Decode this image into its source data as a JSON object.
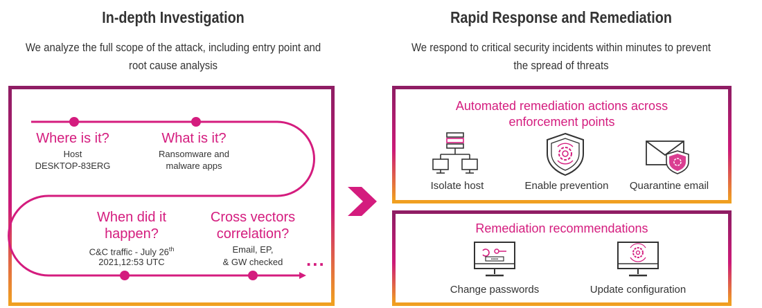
{
  "left": {
    "title": "In-depth Investigation",
    "subtitle_line1": "We analyze the full scope of the attack, including entry point and",
    "subtitle_line2": "root cause analysis",
    "steps": [
      {
        "q": "Where is it?",
        "d1": "Host",
        "d2": "DESKTOP-83ERG"
      },
      {
        "q": "What is it?",
        "d1": "Ransomware and",
        "d2": "malware apps"
      },
      {
        "q1": "When did it",
        "q2": "happen?",
        "d1_pre": "C&C traffic - July 26",
        "d1_sup": "th",
        "d2": "2021,12:53 UTC"
      },
      {
        "q1": "Cross vectors",
        "q2": "correlation?",
        "d1": "Email, EP,",
        "d2": "& GW checked"
      }
    ],
    "ellipsis": "..."
  },
  "right": {
    "title": "Rapid Response and Remediation",
    "subtitle_line1": "We respond to critical security incidents within minutes to prevent",
    "subtitle_line2": "the spread of threats",
    "auto": {
      "heading1": "Automated remediation actions across",
      "heading2": "enforcement points",
      "items": [
        {
          "icon": "network-hosts-icon",
          "label": "Isolate host"
        },
        {
          "icon": "shield-gear-icon",
          "label": "Enable prevention"
        },
        {
          "icon": "envelope-shield-icon",
          "label": "Quarantine email"
        }
      ]
    },
    "recs": {
      "heading": "Remediation recommendations",
      "items": [
        {
          "icon": "monitor-password-icon",
          "label": "Change passwords"
        },
        {
          "icon": "monitor-update-icon",
          "label": "Update configuration"
        }
      ]
    }
  },
  "colors": {
    "accent": "#d41c7e",
    "dark": "#8f1d64",
    "orange": "#f0a020"
  }
}
